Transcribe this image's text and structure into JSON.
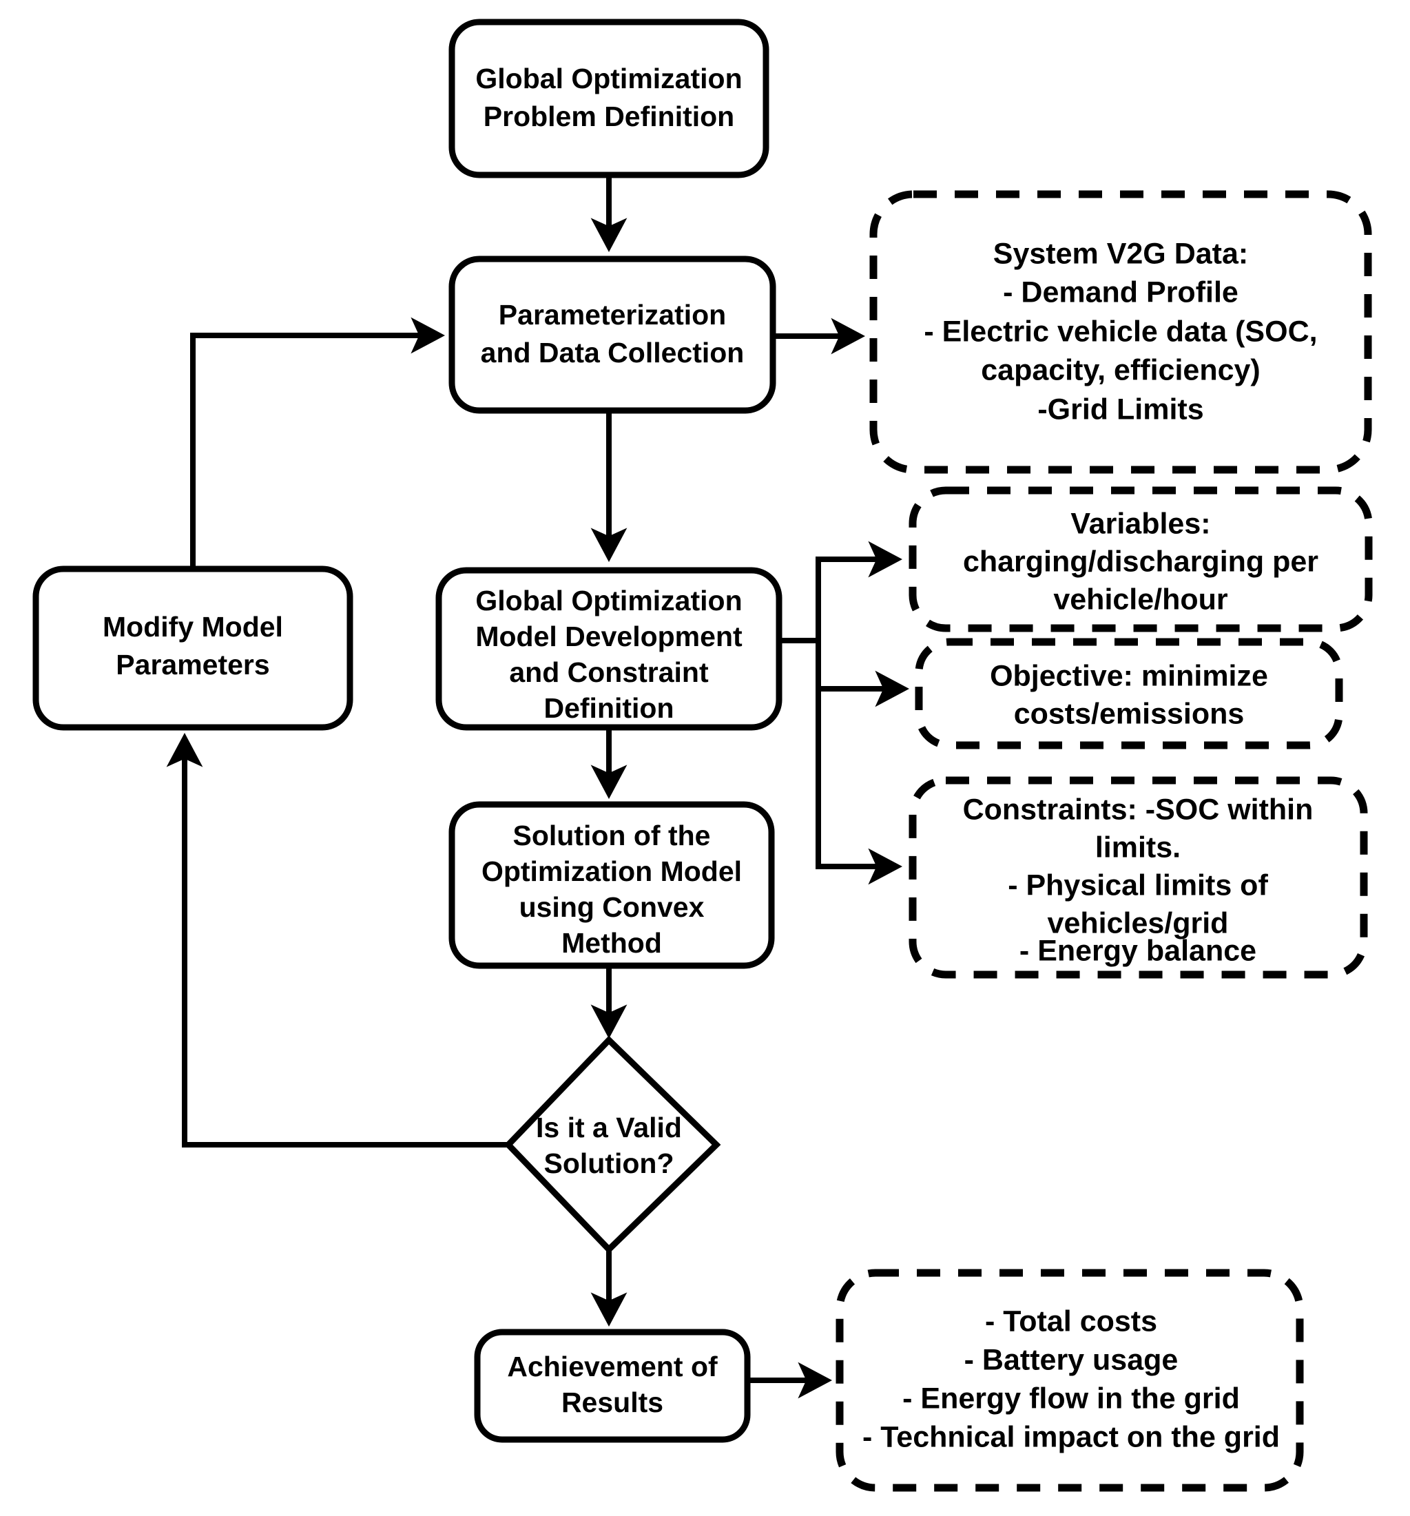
{
  "diagram": {
    "title": "Global Optimization V2G Methodology Flowchart",
    "colors": {
      "stroke": "#000000",
      "fill": "#ffffff"
    },
    "nodes": {
      "problem_definition": {
        "lines": [
          "Global Optimization",
          "Problem Definition"
        ],
        "shape": "rounded-rect"
      },
      "parameterization": {
        "lines": [
          "Parameterization",
          "and Data Collection"
        ],
        "shape": "rounded-rect"
      },
      "model_development": {
        "lines": [
          "Global Optimization",
          "Model Development",
          "and Constraint",
          "Definition"
        ],
        "shape": "rounded-rect"
      },
      "solution": {
        "lines": [
          "Solution of the",
          "Optimization Model",
          "using Convex",
          "Method"
        ],
        "shape": "rounded-rect"
      },
      "modify_parameters": {
        "lines": [
          "Modify Model",
          "Parameters"
        ],
        "shape": "rounded-rect"
      },
      "decision": {
        "lines": [
          "Is it a Valid",
          "Solution?"
        ],
        "shape": "diamond"
      },
      "achievement": {
        "lines": [
          "Achievement of",
          "Results"
        ],
        "shape": "rounded-rect"
      },
      "system_v2g_data": {
        "lines": [
          "System V2G Data:",
          "- Demand Profile",
          "- Electric vehicle data (SOC,",
          "capacity, efficiency)",
          "-Grid Limits"
        ],
        "shape": "rounded-rect-dashed"
      },
      "variables": {
        "lines": [
          "Variables:",
          "charging/discharging per",
          "vehicle/hour"
        ],
        "shape": "rounded-rect-dashed"
      },
      "objective": {
        "lines": [
          "Objective: minimize",
          "costs/emissions"
        ],
        "shape": "rounded-rect-dashed"
      },
      "constraints": {
        "lines": [
          "Constraints: -SOC within",
          "limits.",
          "- Physical limits of",
          "vehicles/grid",
          "- Energy balance"
        ],
        "shape": "rounded-rect-dashed"
      },
      "results": {
        "lines": [
          "- Total costs",
          "- Battery usage",
          "- Energy flow in the grid",
          "- Technical impact on the grid"
        ],
        "shape": "rounded-rect-dashed"
      }
    },
    "edges": [
      {
        "from": "problem_definition",
        "to": "parameterization",
        "type": "arrow-down"
      },
      {
        "from": "parameterization",
        "to": "system_v2g_data",
        "type": "arrow-right"
      },
      {
        "from": "parameterization",
        "to": "model_development",
        "type": "arrow-down"
      },
      {
        "from": "model_development",
        "to": "variables",
        "type": "arrow-branch-right"
      },
      {
        "from": "model_development",
        "to": "objective",
        "type": "arrow-branch-right"
      },
      {
        "from": "model_development",
        "to": "constraints",
        "type": "arrow-branch-right"
      },
      {
        "from": "model_development",
        "to": "solution",
        "type": "arrow-down"
      },
      {
        "from": "solution",
        "to": "decision",
        "type": "arrow-down"
      },
      {
        "from": "decision",
        "to": "modify_parameters",
        "type": "arrow-loop-left-up"
      },
      {
        "from": "modify_parameters",
        "to": "parameterization",
        "type": "arrow-loop-up-right"
      },
      {
        "from": "decision",
        "to": "achievement",
        "type": "arrow-down"
      },
      {
        "from": "achievement",
        "to": "results",
        "type": "arrow-right"
      }
    ]
  }
}
